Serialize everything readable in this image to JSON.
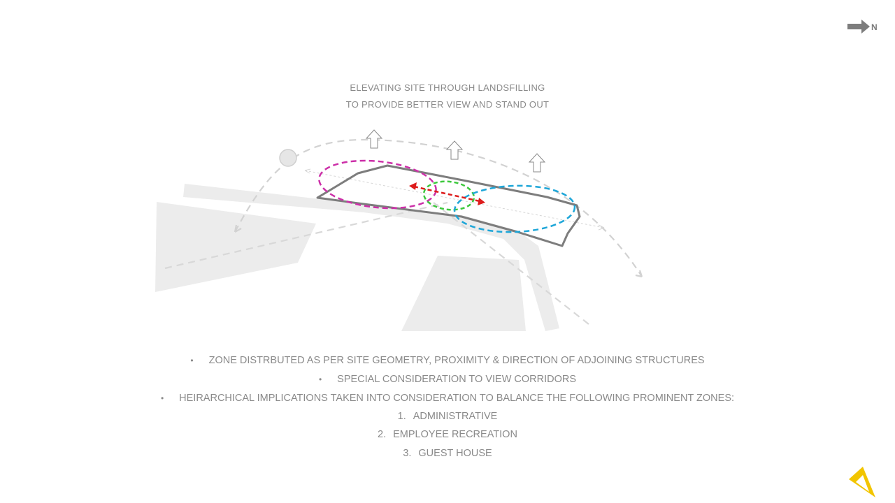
{
  "compass": {
    "label": "N",
    "icon": "north-arrow-icon"
  },
  "heading": {
    "line1": "ELEVATING SITE THROUGH  LANDSFILLING",
    "line2": "TO PROVIDE BETTER VIEW AND STAND OUT"
  },
  "diagram": {
    "zones": [
      {
        "name": "administrative-zone",
        "color": "#cc2fa8"
      },
      {
        "name": "employee-recreation-zone",
        "color": "#3cc83c"
      },
      {
        "name": "guest-house-zone",
        "color": "#1ea6d8"
      }
    ],
    "connection_color": "#dd1c1c",
    "site_outline_color": "#7d7d7d",
    "massing_color": "#ececec"
  },
  "bullets": [
    {
      "marker": "•",
      "text": "ZONE DISTRBUTED AS PER SITE GEOMETRY, PROXIMITY  & DIRECTION OF ADJOINING  STRUCTURES"
    },
    {
      "marker": "•",
      "text": "SPECIAL CONSIDERATION TO VIEW CORRIDORS"
    },
    {
      "marker": "•",
      "text": "HEIRARCHICAL  IMPLICATIONS  TAKEN INTO CONSIDERATION TO BALANCE THE FOLLOWING PROMINENT ZONES:"
    }
  ],
  "zones_list": [
    {
      "number": "1.",
      "text": "ADMINISTRATIVE"
    },
    {
      "number": "2.",
      "text": "EMPLOYEE RECREATION"
    },
    {
      "number": "3.",
      "text": "GUEST HOUSE"
    }
  ],
  "logo": {
    "icon": "triangle-ruler-logo-icon",
    "color": "#f2c500"
  }
}
